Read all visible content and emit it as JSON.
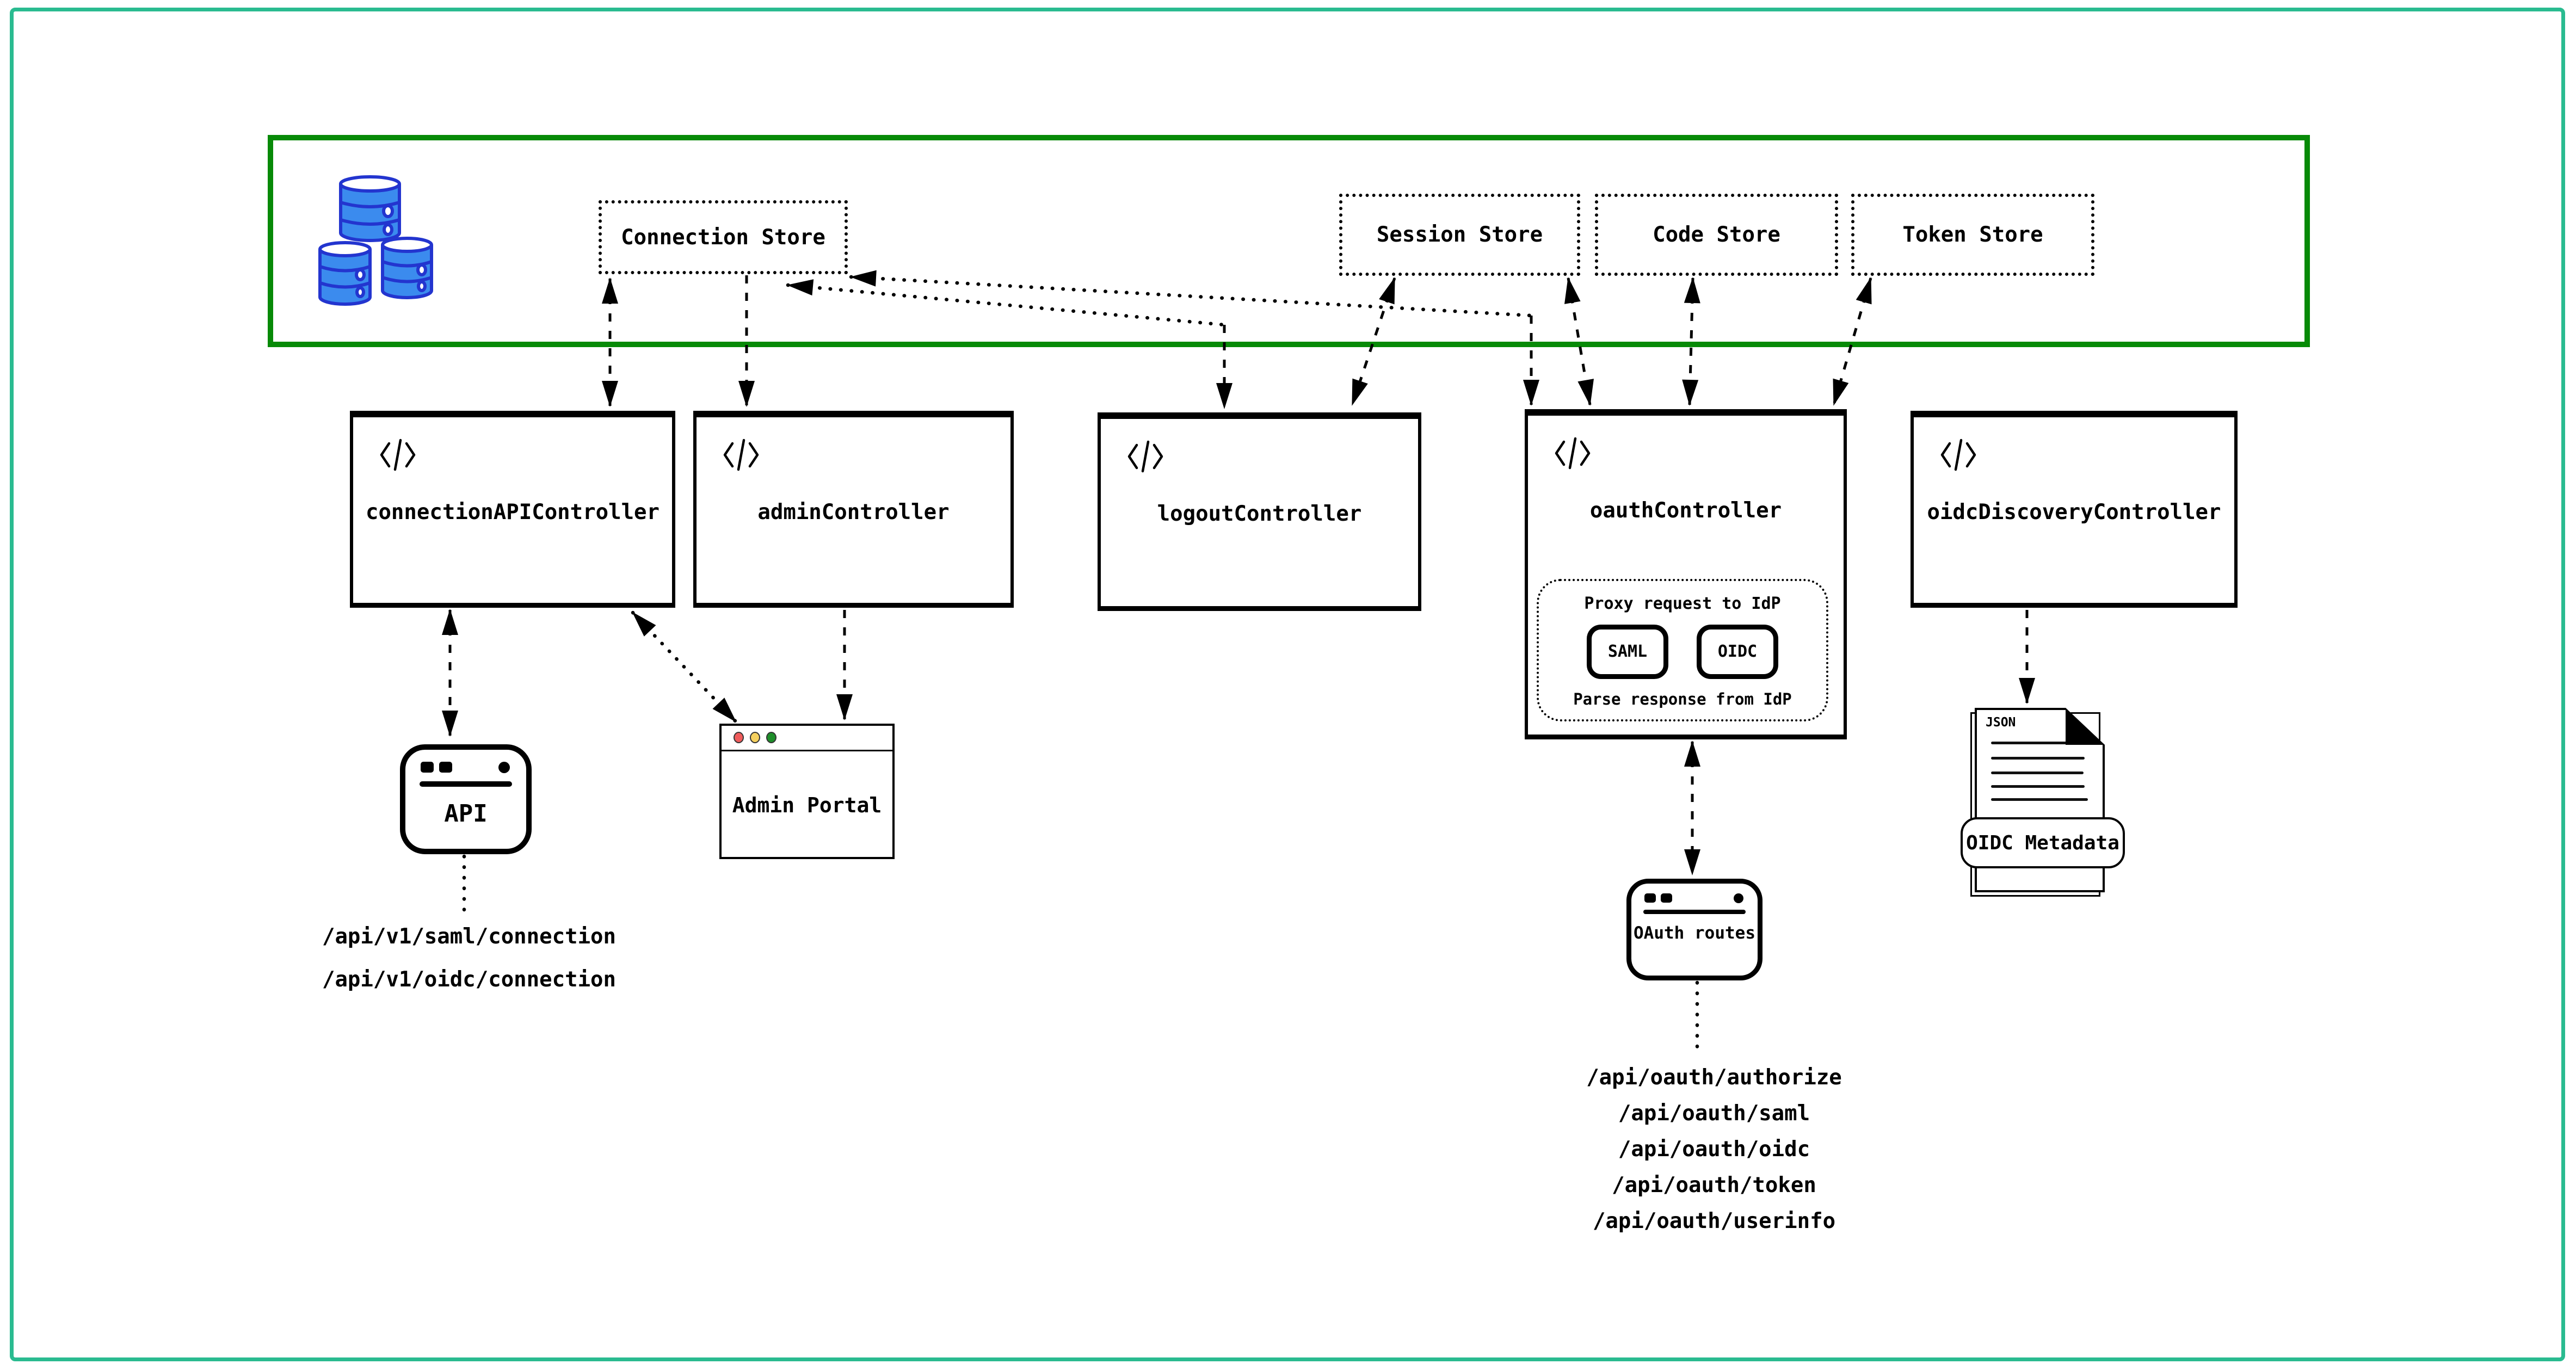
{
  "canvas": {
    "outer_border_color": "#2abb90",
    "background": "#ffffff"
  },
  "store_layer": {
    "border_color": "#078a07",
    "database_icon": "database-icon",
    "stores": [
      {
        "label": "Connection Store"
      },
      {
        "label": "Session Store"
      },
      {
        "label": "Code Store"
      },
      {
        "label": "Token Store"
      }
    ]
  },
  "controllers": [
    {
      "label": "connectionAPIController"
    },
    {
      "label": "adminController"
    },
    {
      "label": "logoutController"
    },
    {
      "label": "oauthController",
      "proxy": {
        "title": "Proxy request to IdP",
        "protocols": [
          "SAML",
          "OIDC"
        ],
        "footer": "Parse response from IdP"
      }
    },
    {
      "label": "oidcDiscoveryController"
    }
  ],
  "api_client": {
    "label": "API",
    "endpoints": [
      "/api/v1/saml/connection",
      "/api/v1/oidc/connection"
    ]
  },
  "admin_portal": {
    "label": "Admin Portal",
    "traffic_light_colors": [
      "#f05c5c",
      "#f5d05e",
      "#1e8e2a"
    ]
  },
  "oauth_routes": {
    "label": "OAuth routes",
    "endpoints": [
      "/api/oauth/authorize",
      "/api/oauth/saml",
      "/api/oauth/oidc",
      "/api/oauth/token",
      "/api/oauth/userinfo"
    ]
  },
  "oidc_metadata": {
    "file_type": "JSON",
    "label": "OIDC Metadata"
  },
  "icons": {
    "database": "database-icon",
    "code": "code-icon",
    "json_document": "json-document-icon"
  },
  "edges": [
    {
      "name": "connection-store--connection-api-controller",
      "points": [
        [
          1121,
          512
        ],
        [
          1121,
          746
        ]
      ],
      "heads": "both",
      "dash": "dash"
    },
    {
      "name": "connection-store--admin-controller",
      "points": [
        [
          1372,
          506
        ],
        [
          1372,
          746
        ]
      ],
      "heads": "end",
      "dash": "dash"
    },
    {
      "name": "connection-store--logout-controller-diagonal",
      "points": [
        [
          1448,
          524
        ],
        [
          2250,
          597
        ]
      ],
      "heads": "start",
      "dash": "dot"
    },
    {
      "name": "connection-store--logout-controller-drop",
      "points": [
        [
          2250,
          597
        ],
        [
          2250,
          750
        ]
      ],
      "heads": "end",
      "dash": "dash"
    },
    {
      "name": "connection-store--oauth-controller-diagonal",
      "points": [
        [
          1564,
          509
        ],
        [
          2814,
          580
        ]
      ],
      "heads": "start",
      "dash": "dot"
    },
    {
      "name": "connection-store--oauth-controller-drop",
      "points": [
        [
          2814,
          580
        ],
        [
          2814,
          744
        ]
      ],
      "heads": "end",
      "dash": "dash"
    },
    {
      "name": "session-store--logout-controller",
      "points": [
        [
          2563,
          511
        ],
        [
          2485,
          744
        ]
      ],
      "heads": "both",
      "dash": "dash"
    },
    {
      "name": "session-store--oauth-controller",
      "points": [
        [
          2882,
          511
        ],
        [
          2922,
          744
        ]
      ],
      "heads": "both",
      "dash": "dash"
    },
    {
      "name": "code-store--oauth-controller",
      "points": [
        [
          3111,
          511
        ],
        [
          3105,
          744
        ]
      ],
      "heads": "both",
      "dash": "dash"
    },
    {
      "name": "token-store--oauth-controller",
      "points": [
        [
          3438,
          511
        ],
        [
          3370,
          744
        ]
      ],
      "heads": "both",
      "dash": "dash"
    },
    {
      "name": "connection-api-controller--api",
      "points": [
        [
          827,
          1121
        ],
        [
          827,
          1352
        ]
      ],
      "heads": "both",
      "dash": "dash"
    },
    {
      "name": "connection-api-controller--admin-portal",
      "points": [
        [
          1163,
          1126
        ],
        [
          1352,
          1326
        ]
      ],
      "heads": "both",
      "dash": "dot"
    },
    {
      "name": "admin-controller--admin-portal",
      "points": [
        [
          1552,
          1121
        ],
        [
          1552,
          1322
        ]
      ],
      "heads": "end",
      "dash": "dash"
    },
    {
      "name": "api--endpoint-list",
      "points": [
        [
          853,
          1574
        ],
        [
          853,
          1684
        ]
      ],
      "heads": "none",
      "dash": "dot"
    },
    {
      "name": "oauth-controller--oauth-routes",
      "points": [
        [
          3110,
          1363
        ],
        [
          3110,
          1607
        ]
      ],
      "heads": "both",
      "dash": "dash"
    },
    {
      "name": "oauth-routes--endpoint-list",
      "points": [
        [
          3119,
          1806
        ],
        [
          3119,
          1942
        ]
      ],
      "heads": "none",
      "dash": "dot"
    },
    {
      "name": "oidc-discovery-controller--oidc-metadata",
      "points": [
        [
          3725,
          1121
        ],
        [
          3725,
          1292
        ]
      ],
      "heads": "end",
      "dash": "dash"
    }
  ]
}
